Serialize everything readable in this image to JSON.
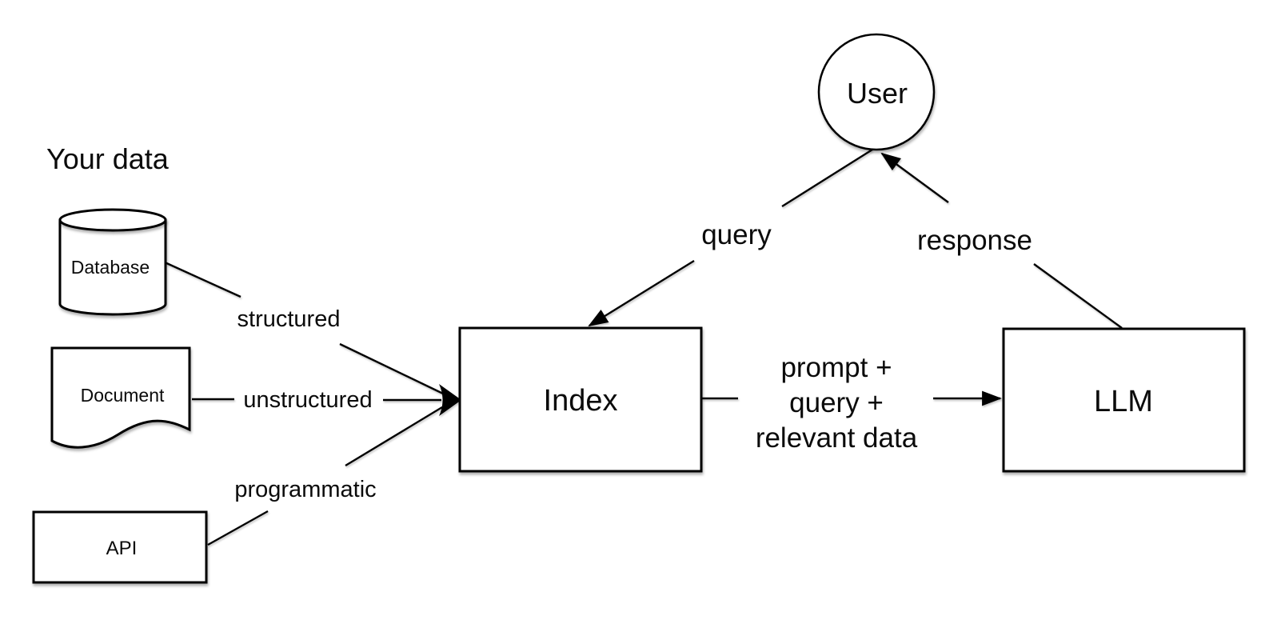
{
  "diagram_title": "Your data",
  "colors": {
    "background": "#ffffff",
    "stroke": "#000000",
    "shape_fill": "#ffffff",
    "text": "#0b0b0b"
  },
  "nodes": {
    "database": {
      "label": "Database",
      "shape": "cylinder"
    },
    "document": {
      "label": "Document",
      "shape": "document"
    },
    "api": {
      "label": "API",
      "shape": "rectangle"
    },
    "index": {
      "label": "Index",
      "shape": "rectangle"
    },
    "llm": {
      "label": "LLM",
      "shape": "rectangle"
    },
    "user": {
      "label": "User",
      "shape": "circle"
    }
  },
  "edge_labels": {
    "structured": "structured",
    "unstructured": "unstructured",
    "programmatic": "programmatic",
    "query": "query",
    "response": "response",
    "prompt": {
      "line1": "prompt +",
      "line2": "query +",
      "line3": "relevant data"
    }
  }
}
